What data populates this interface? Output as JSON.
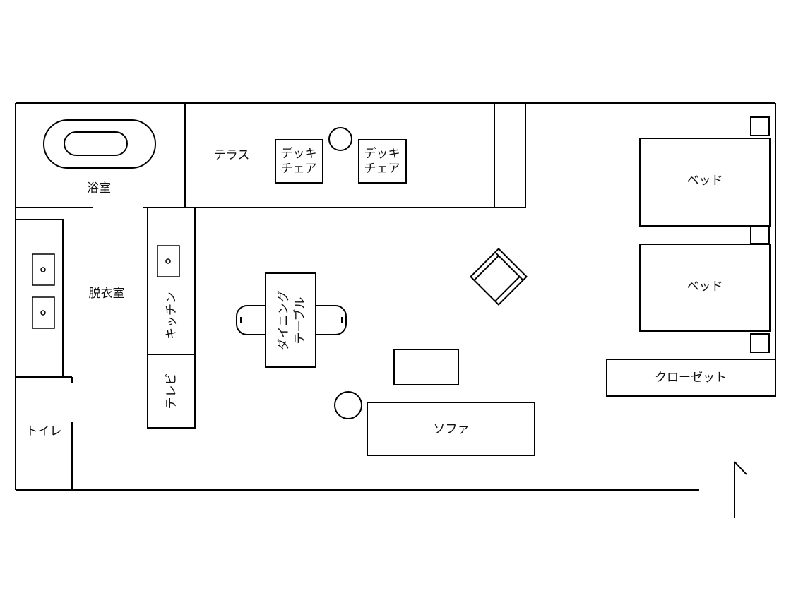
{
  "rooms": {
    "bath": "浴室",
    "terrace": "テラス",
    "dressing": "脱衣室",
    "toilet": "トイレ",
    "kitchen": "キッチン",
    "tv": "テレビ",
    "closet": "クローゼット"
  },
  "furniture": {
    "deck_chair": [
      "デッキ",
      "チェア"
    ],
    "bed": "ベッド",
    "dining_table": [
      "ダイニング",
      "テーブル"
    ],
    "sofa": "ソファ"
  },
  "colors": {
    "line": "#000000",
    "background": "#ffffff"
  }
}
